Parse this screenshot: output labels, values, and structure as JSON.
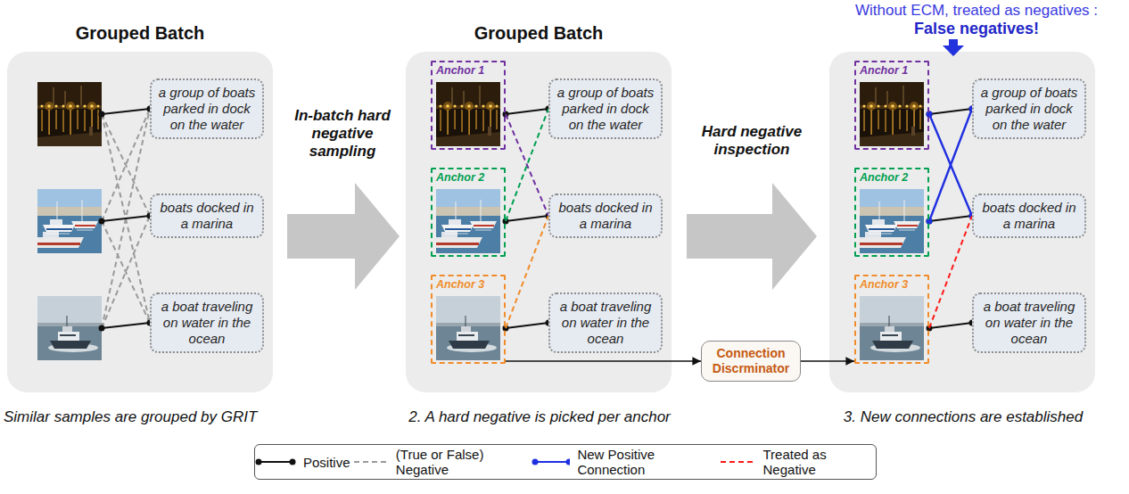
{
  "diagram": {
    "nodes": [
      {
        "text": [
          "a group of boats parked in dock on the water"
        ]
      },
      {
        "text": [
          "boats docked in a marina"
        ]
      },
      {
        "text": [
          "a boat traveling on water in the ocean"
        ]
      },
      {
        "text": [
          "Anchor 1"
        ]
      },
      {
        "text": [
          "a group of boats parked in dock on the water"
        ]
      },
      {
        "text": [
          "Anchor 2"
        ]
      },
      {
        "text": [
          "boats docked in a marina"
        ]
      },
      {
        "text": [
          "Anchor 3"
        ]
      },
      {
        "text": [
          "a boat traveling on water in the ocean"
        ]
      },
      {
        "text": [
          "Connection Discrminator"
        ]
      },
      {
        "text": [
          "Anchor 1"
        ]
      },
      {
        "text": [
          "a group of boats parked in dock on the water"
        ]
      },
      {
        "text": [
          "Anchor 2"
        ]
      },
      {
        "text": [
          "boats docked in a marina"
        ]
      },
      {
        "text": [
          "Anchor 3"
        ]
      },
      {
        "text": [
          "a boat traveling on water in the ocean"
        ]
      }
    ],
    "edges": [
      {
        "from": 3,
        "to": 4,
        "arrow": "none"
      },
      {
        "from": 5,
        "to": 6,
        "arrow": "none"
      },
      {
        "from": 7,
        "to": 8,
        "arrow": "none"
      },
      {
        "from": 3,
        "to": 6,
        "arrow": "none"
      },
      {
        "from": 5,
        "to": 4,
        "arrow": "none"
      },
      {
        "from": 7,
        "to": 6,
        "arrow": "none"
      },
      {
        "from": 7,
        "to": 9,
        "arrow": "to"
      },
      {
        "from": 9,
        "to": 14,
        "arrow": "to"
      },
      {
        "from": 10,
        "to": 11,
        "arrow": "none"
      },
      {
        "from": 12,
        "to": 13,
        "arrow": "none"
      },
      {
        "from": 14,
        "to": 15,
        "arrow": "none"
      },
      {
        "from": 10,
        "to": 13,
        "arrow": "none"
      },
      {
        "from": 12,
        "to": 11,
        "arrow": "none"
      },
      {
        "from": 14,
        "to": 13,
        "arrow": "none"
      }
    ],
    "labels": [
      "Without ECM, treated as negatives :",
      "False negatives!",
      "Grouped Batch",
      "Grouped Batch",
      "In-batch hard negative sampling",
      "Hard negative inspection",
      "Similar samples are grouped by GRIT",
      "2. A hard negative is picked per anchor",
      "3. New connections are established"
    ],
    "legend": [
      {
        "text": "Positive"
      },
      {
        "text": "(True or False) Negative"
      },
      {
        "text": "New Positive Connection"
      },
      {
        "text": "Treated as Negative"
      }
    ]
  }
}
